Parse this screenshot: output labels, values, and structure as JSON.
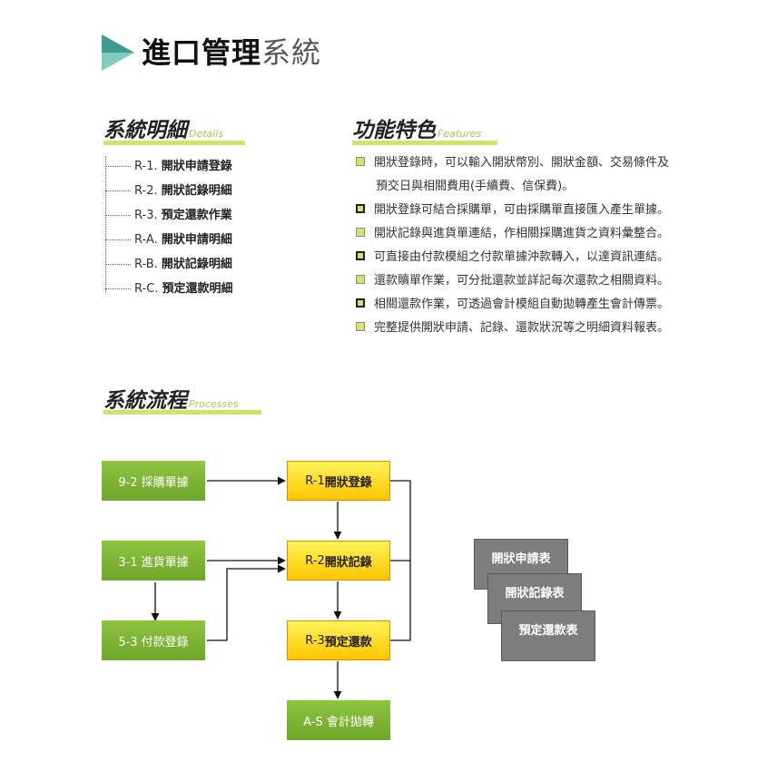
{
  "title": {
    "main": "進口管理",
    "suffix": "系統"
  },
  "details": {
    "heading": "系統明細",
    "heading_en": "Details",
    "items": [
      {
        "code": "R-1. ",
        "name": "開狀申請登錄"
      },
      {
        "code": "R-2. ",
        "name": "開狀記錄明細"
      },
      {
        "code": "R-3. ",
        "name": "預定還款作業"
      },
      {
        "code": "R-A. ",
        "name": "開狀申請明細"
      },
      {
        "code": "R-B. ",
        "name": "開狀記錄明細"
      },
      {
        "code": "R-C. ",
        "name": "預定還款明細"
      }
    ]
  },
  "features": {
    "heading": "功能特色",
    "heading_en": "Features",
    "items": [
      "開狀登錄時，可以輸入開狀幣別、開狀金額、交易條件及",
      "開狀登錄可結合採購單，可由採購單直接匯入產生單據。",
      "開狀記錄與進貨單連結，作相關採購進貨之資料彙整合。",
      "可直接由付款模組之付款單據沖款轉入，以達資訊連結。",
      "還款贖單作業，可分批還款並詳記每次還款之相關資料。",
      "相關還款作業，可透過會計模組自動拋轉產生會計傳票。",
      "完整提供開狀申請、記錄、還款狀況等之明細資料報表。"
    ],
    "item0_continuation": "預交日與相關費用(手續費、信保費)。"
  },
  "processes": {
    "heading": "系統流程",
    "heading_en": "Processes",
    "green_boxes": [
      "9-2 採購單據",
      "3-1 進貨單據",
      "5-3 付款登錄",
      "A-S 會計拋轉"
    ],
    "yellow_boxes": [
      {
        "code": "R-1",
        "name": "開狀登錄"
      },
      {
        "code": "R-2",
        "name": "開狀記錄"
      },
      {
        "code": "R-3",
        "name": "預定還款"
      }
    ],
    "reports": [
      "開狀申請表",
      "開狀記錄表",
      "預定還款表"
    ]
  },
  "colors": {
    "green": "#7ab535",
    "yellow": "#ffd800",
    "accent_bar": "#cfe26a",
    "arrow": "#4fa79a",
    "report_gray": "#7d7d7d"
  }
}
